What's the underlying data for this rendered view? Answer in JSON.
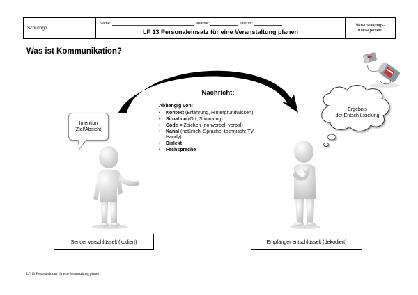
{
  "header": {
    "logo": "Schullogo",
    "name_label": "Name:",
    "class_label": "Klasse:",
    "date_label": "Datum:",
    "title": "LF 13 Personaleinsatz für eine Veranstaltung planen",
    "dept_line1": "Veranstaltungs-",
    "dept_line2": "management"
  },
  "main_title": "Was ist Kommunikation?",
  "message": {
    "title": "Nachricht:",
    "subtitle": "Abhängig von:",
    "items": [
      {
        "term": "Kontext",
        "detail": " (Erfahrung, Hintergrundwissen)"
      },
      {
        "term": "Situation",
        "detail": " (Ort, Stimmung)"
      },
      {
        "term": "Code",
        "detail": " = Zeichen (nonverbal, verbal)"
      },
      {
        "term": "Kanal",
        "detail": " (natürlich: Sprache, technisch: TV, Handy)"
      },
      {
        "term": "Dialekt",
        "detail": ""
      },
      {
        "term": "Fachsprache",
        "detail": ""
      }
    ]
  },
  "sender": {
    "bubble_line1": "Intention",
    "bubble_line2": "(Ziel/Absicht)",
    "label": "Sender verschlüsselt (kodiert)"
  },
  "receiver": {
    "bubble_line1": "Ergebnis",
    "bubble_line2": "der Entschlüsselung",
    "label": "Empfänger entschlüsselt (dekodiert)"
  },
  "footer": "LF 13 Personaleinsatz für eine Veranstaltung planen",
  "colors": {
    "figure": "#e8e8e8",
    "arc": "#000000",
    "bubble_border": "#8a8a8a"
  }
}
